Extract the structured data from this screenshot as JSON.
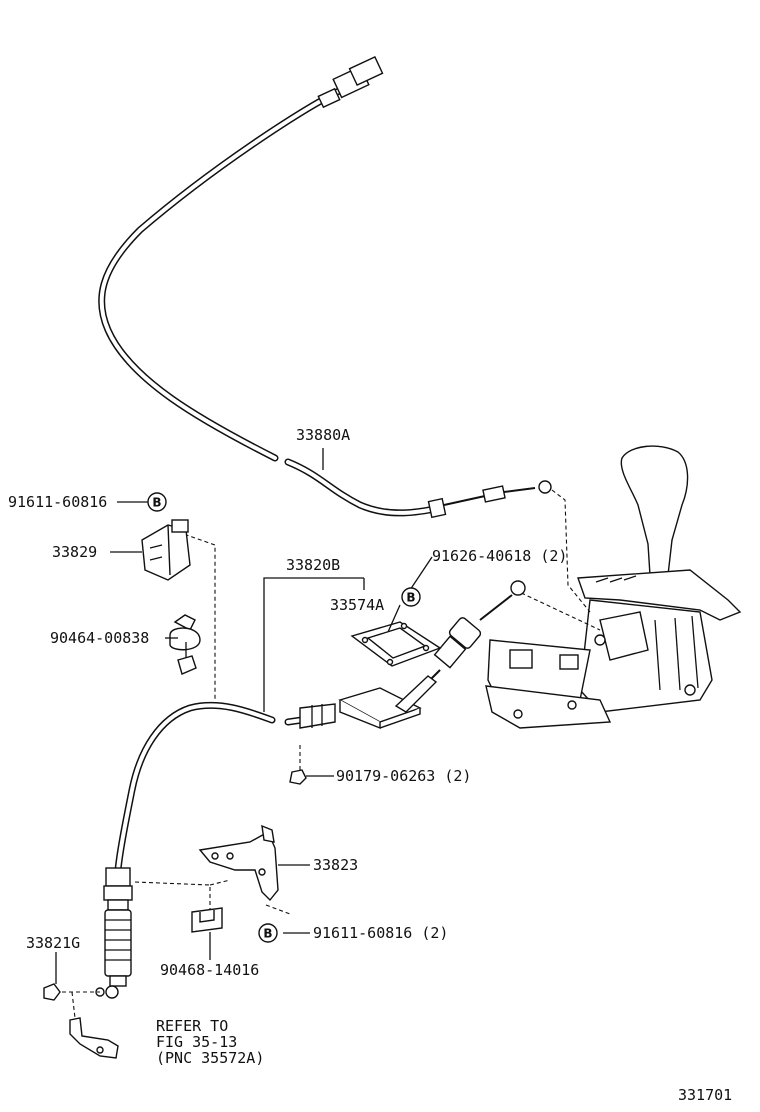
{
  "diagram": {
    "figure_number": "331701",
    "labels": {
      "p33880A": "33880A",
      "p91611_60816": "91611-60816",
      "p33829": "33829",
      "p33820B": "33820B",
      "p91626_40618": "91626-40618 (2)",
      "p33574A": "33574A",
      "p90464_00838": "90464-00838",
      "p90179_06263": "90179-06263 (2)",
      "p33823": "33823",
      "p91611_60816_2": "91611-60816 (2)",
      "p33821G": "33821G",
      "p90468_14016": "90468-14016"
    },
    "callout_letter": "B",
    "refer": {
      "line1": "REFER TO",
      "line2": "FIG 35-13",
      "line3": "(PNC 35572A)"
    }
  }
}
